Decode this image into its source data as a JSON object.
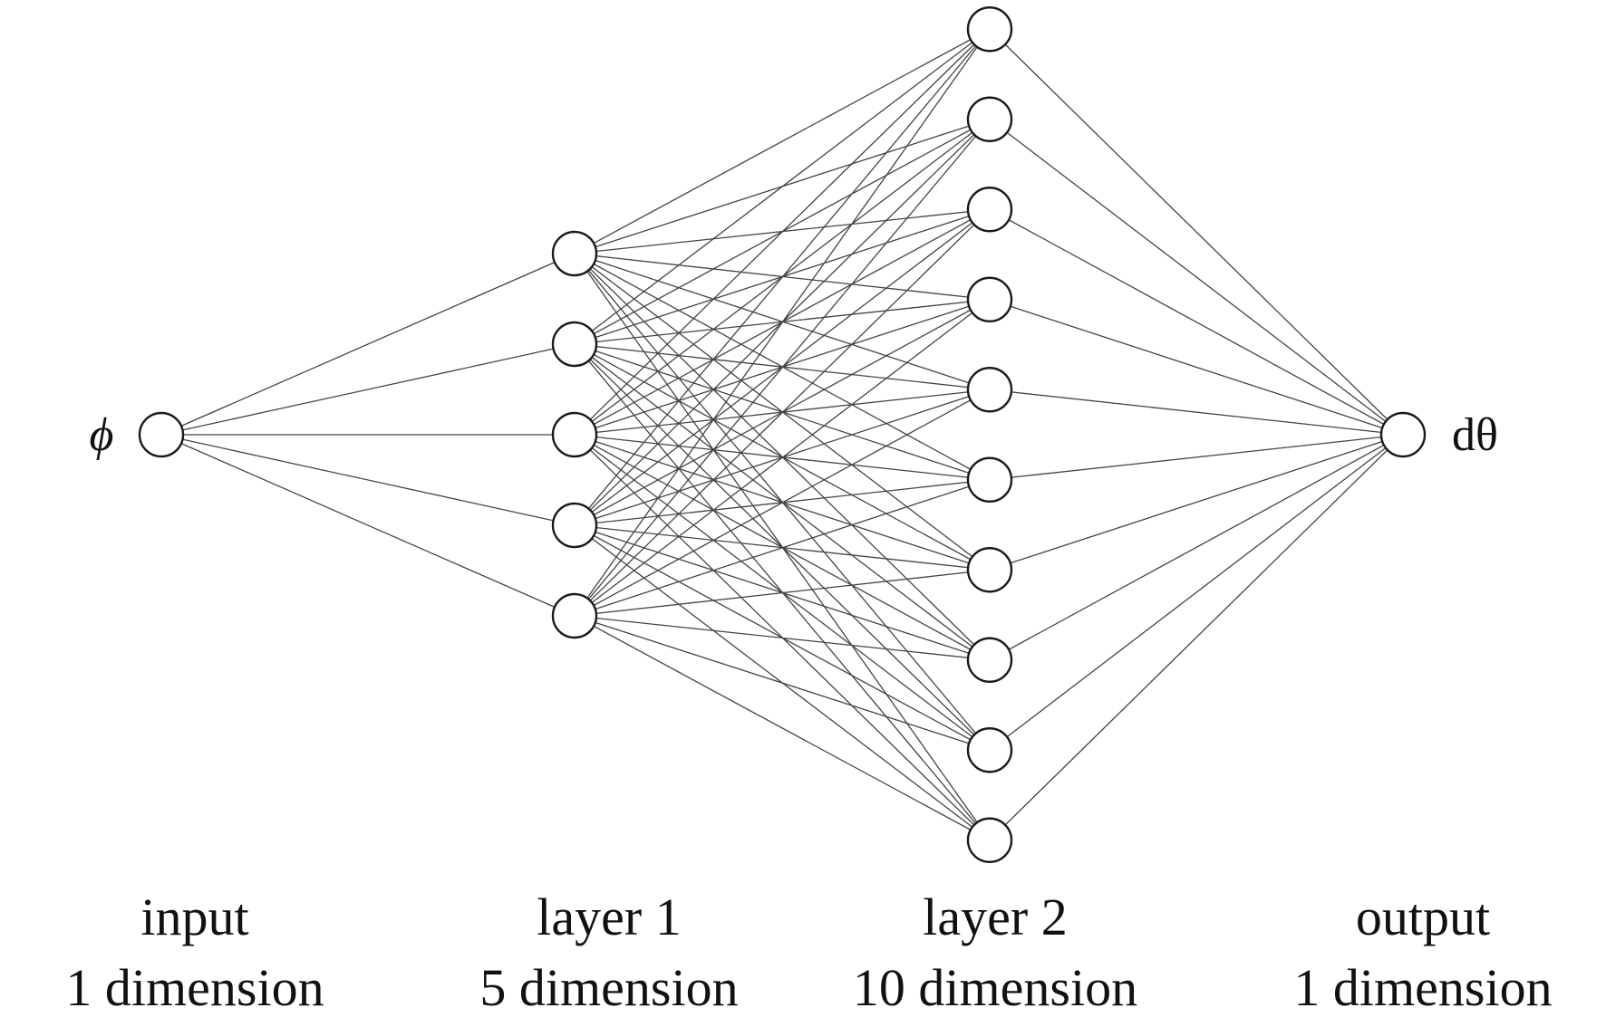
{
  "diagram": {
    "input_symbol": "ϕ",
    "output_symbol": "dθ",
    "layers": [
      {
        "name": "input",
        "dimension_label": "1 dimension",
        "size": 1
      },
      {
        "name": "layer 1",
        "dimension_label": "5 dimension",
        "size": 5
      },
      {
        "name": "layer 2",
        "dimension_label": "10 dimension",
        "size": 10
      },
      {
        "name": "output",
        "dimension_label": "1 dimension",
        "size": 1
      }
    ],
    "connectivity": "fully-connected"
  }
}
